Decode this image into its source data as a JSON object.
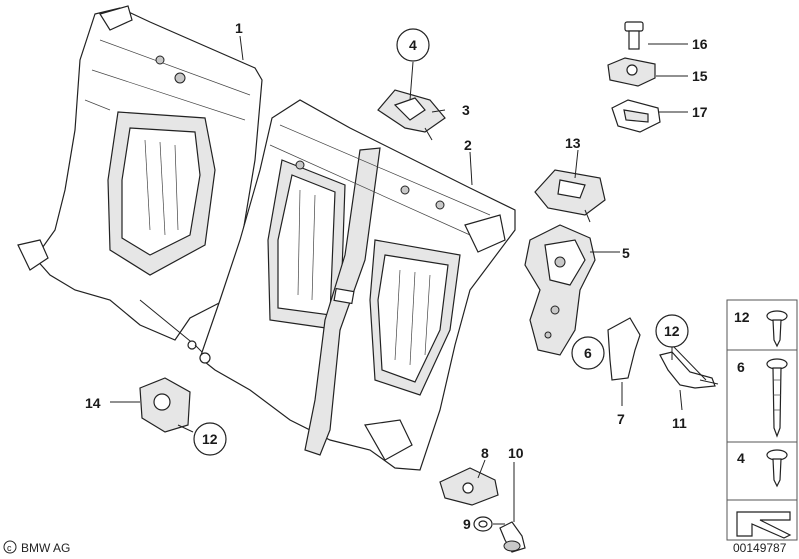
{
  "diagram": {
    "callouts": {
      "c1": "1",
      "c2": "2",
      "c3": "3",
      "c4": "4",
      "c5": "5",
      "c6": "6",
      "c7": "7",
      "c8": "8",
      "c9": "9",
      "c10": "10",
      "c11": "11",
      "c12a": "12",
      "c12b": "12",
      "c13": "13",
      "c14": "14",
      "c15": "15",
      "c16": "16",
      "c17": "17"
    },
    "legend": {
      "l12": "12",
      "l6": "6",
      "l4": "4"
    }
  },
  "footer": {
    "brand": "BMW AG",
    "catalog_number": "00149787"
  }
}
